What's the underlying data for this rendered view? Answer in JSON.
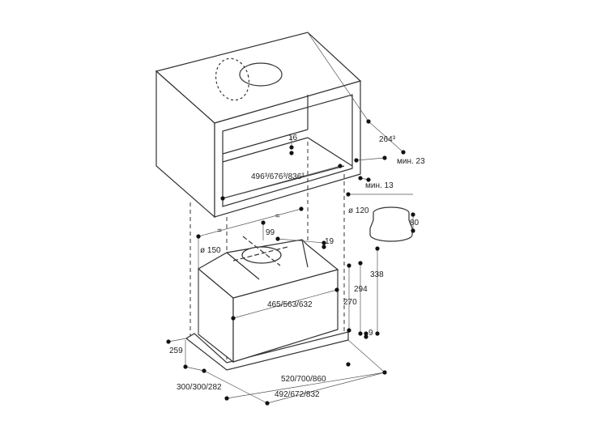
{
  "diagram": {
    "cabinet": {
      "width_label": "496³/676³/836³",
      "depth_label": "264³",
      "min_top_label": "мин. 23",
      "min_bottom_label": "мин. 13",
      "offset_label": "16"
    },
    "adapter": {
      "diameter_label": "ø 120",
      "height_label": "80"
    },
    "hood": {
      "outlet_diameter_label": "ø 150",
      "outlet_offset_label": "99",
      "top_offset_label": "19",
      "equal_label_1": "=",
      "equal_label_2": "=",
      "body_width_label": "465/563/632",
      "height_338": "338",
      "height_294": "294",
      "height_270": "270",
      "flange_label": "9",
      "depth_label": "259",
      "depth_total_label": "300/300/282",
      "width_outer_label": "520/700/860",
      "width_inner_label": "492/672/832"
    }
  }
}
